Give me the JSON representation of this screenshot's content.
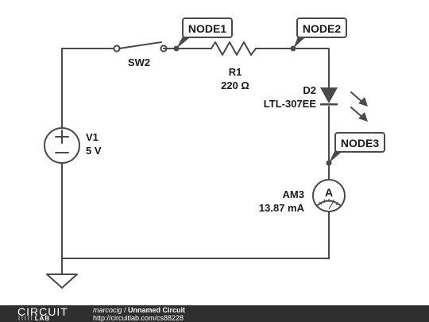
{
  "components": {
    "switch": {
      "name": "SW2"
    },
    "resistor": {
      "name": "R1",
      "value": "220 Ω"
    },
    "diode": {
      "name": "D2",
      "part": "LTL-307EE"
    },
    "source": {
      "name": "V1",
      "value": "5 V",
      "plus": "+",
      "minus": "−"
    },
    "ammeter": {
      "name": "AM3",
      "reading": "13.87 mA",
      "symbol": "A"
    }
  },
  "nodes": [
    "NODE1",
    "NODE2",
    "NODE3"
  ],
  "colors": {
    "wire": "#4a4a4a",
    "tag_fill": "#ffffff",
    "footer": "#2f2f2f"
  },
  "footer": {
    "logo_top": "CIRCUIT",
    "logo_bottom": "LAB",
    "author": "marcocig",
    "separator": " / ",
    "title": "Unnamed Circuit",
    "url": "http://circuitlab.com/cs88228"
  }
}
